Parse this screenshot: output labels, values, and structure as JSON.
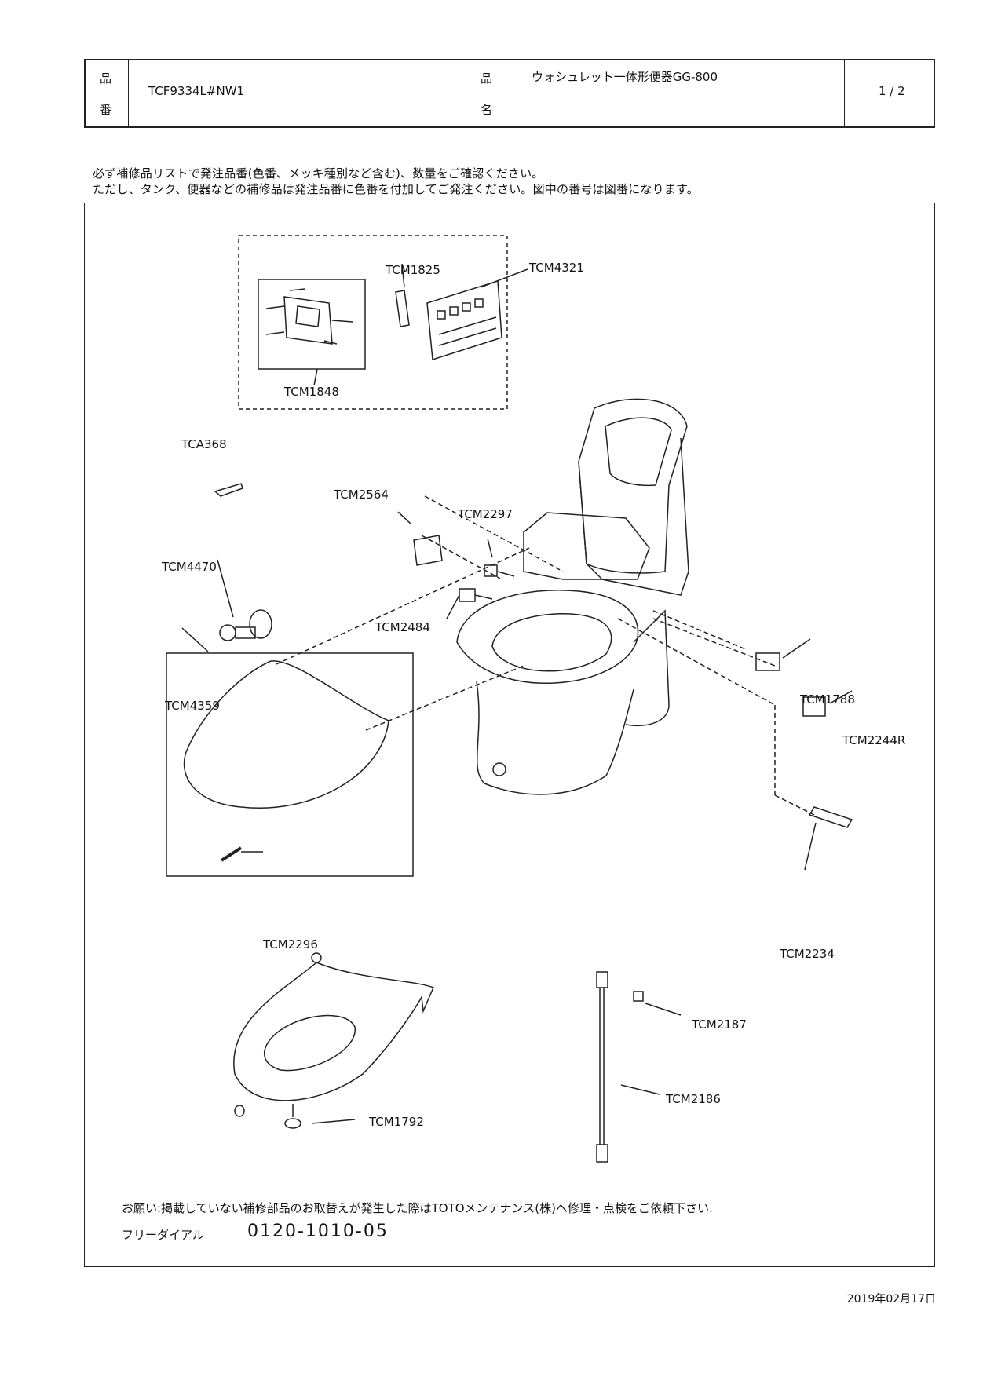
{
  "header": {
    "product_no_label_top": "品",
    "product_no_label_bottom": "番",
    "product_no": "TCF9334L#NW1",
    "product_name_label_top": "品",
    "product_name_label_bottom": "名",
    "product_name": "ウォシュレット一体形便器GG-800",
    "page": "1 / 2"
  },
  "notice": {
    "line1": "必ず補修品リストで発注品番(色番、メッキ種別など含む)、数量をご確認ください。",
    "line2": "ただし、タンク、便器などの補修品は発注品番に色番を付加してご発注ください。図中の番号は図番になります。"
  },
  "parts": [
    {
      "label": "TCM1825"
    },
    {
      "label": "TCM4321"
    },
    {
      "label": "TCM1848"
    },
    {
      "label": "TCA368"
    },
    {
      "label": "TCM2564"
    },
    {
      "label": "TCM2297"
    },
    {
      "label": "TCM4470"
    },
    {
      "label": "TCM2484"
    },
    {
      "label": "TCM4359"
    },
    {
      "label": "TCM1788"
    },
    {
      "label": "TCM2244R"
    },
    {
      "label": "TCM2296"
    },
    {
      "label": "TCM2234"
    },
    {
      "label": "TCM2187"
    },
    {
      "label": "TCM2186"
    },
    {
      "label": "TCM1792"
    }
  ],
  "footer": {
    "request": "お願い:掲載していない補修部品のお取替えが発生した際はTOTOメンテナンス(株)へ修理・点検をご依頼下さい.",
    "free_dial_label": "フリーダイアル",
    "phone": "0120-1010-05",
    "date": "2019年02月17日"
  }
}
